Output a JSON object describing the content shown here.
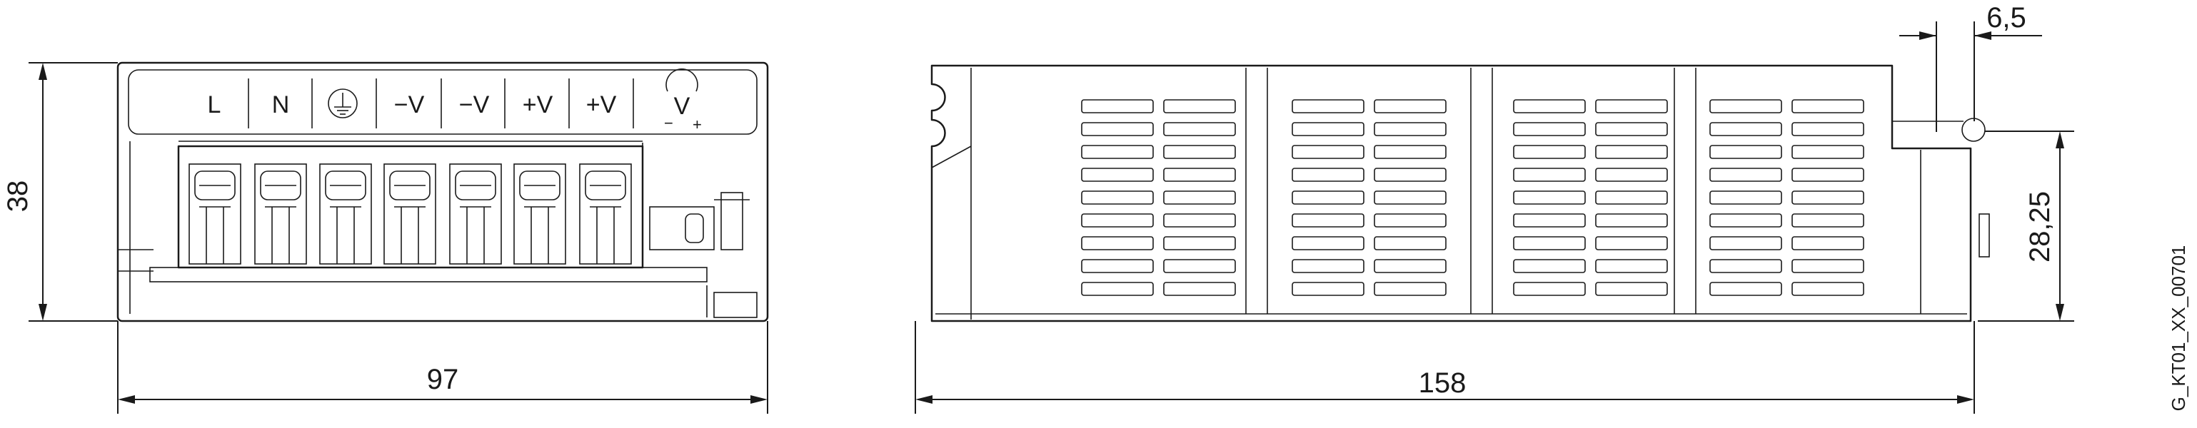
{
  "dimensions": {
    "height_front": "38",
    "width_front": "97",
    "length_side": "158",
    "hole_height": "28,25",
    "hole_offset": "6,5"
  },
  "terminals": [
    "L",
    "N",
    "⏚",
    "−V",
    "−V",
    "+V",
    "+V"
  ],
  "adjust_knob": {
    "label": "V",
    "minus": "−",
    "plus": "+"
  },
  "drawing_id": "G_KT01_XX_00701",
  "colors": {
    "line": "#1a1a1a",
    "background": "#ffffff"
  }
}
